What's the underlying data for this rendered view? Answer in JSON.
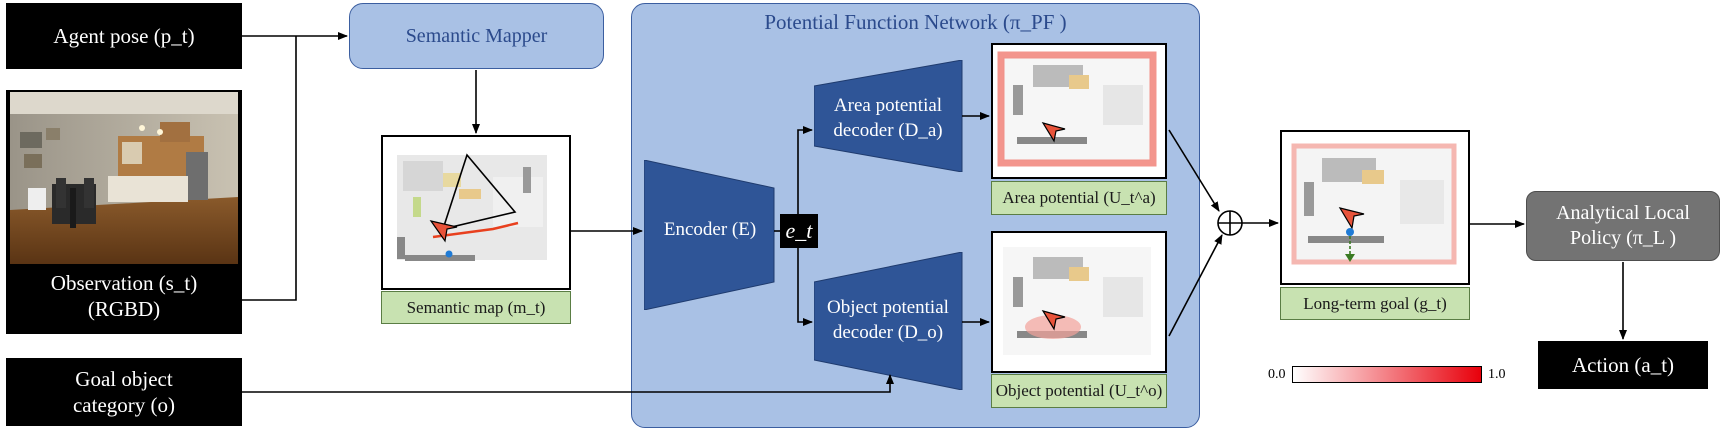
{
  "inputs": {
    "agent_pose": "Agent pose (p_t)",
    "observation_line1": "Observation (s_t)",
    "observation_line2": "(RGBD)",
    "goal_line1": "Goal object",
    "goal_line2": "category (o)"
  },
  "semantic_mapper": {
    "label": "Semantic Mapper"
  },
  "semantic_map": {
    "caption": "Semantic map (m_t)"
  },
  "pfn": {
    "title": "Potential Function Network (π_PF )",
    "encoder": "Encoder (E)",
    "embedding": "e_t",
    "area_decoder_line1": "Area potential",
    "area_decoder_line2": "decoder (D_a)",
    "object_decoder_line1": "Object potential",
    "object_decoder_line2": "decoder (D_o)",
    "area_caption": "Area potential (U_t^a)",
    "object_caption": "Object potential (U_t^o)"
  },
  "long_term_goal": {
    "caption": "Long-term goal (g_t)"
  },
  "colorbar": {
    "min_label": "0.0",
    "max_label": "1.0",
    "color_low": "#ffffff",
    "color_high": "#e8000b"
  },
  "local_policy": {
    "line1": "Analytical Local",
    "line2": "Policy (π_L )"
  },
  "action": {
    "label": "Action (a_t)"
  },
  "colors": {
    "black_box": "#000000",
    "pfn_bg": "#a9c1e5",
    "decoder_fill": "#2f5597",
    "caption_bg": "#c8e2b1",
    "policy_bg": "#737373"
  },
  "icons": [
    "agent-arrow-icon",
    "goal-dot-icon",
    "sum-icon",
    "rgbd-photo"
  ]
}
